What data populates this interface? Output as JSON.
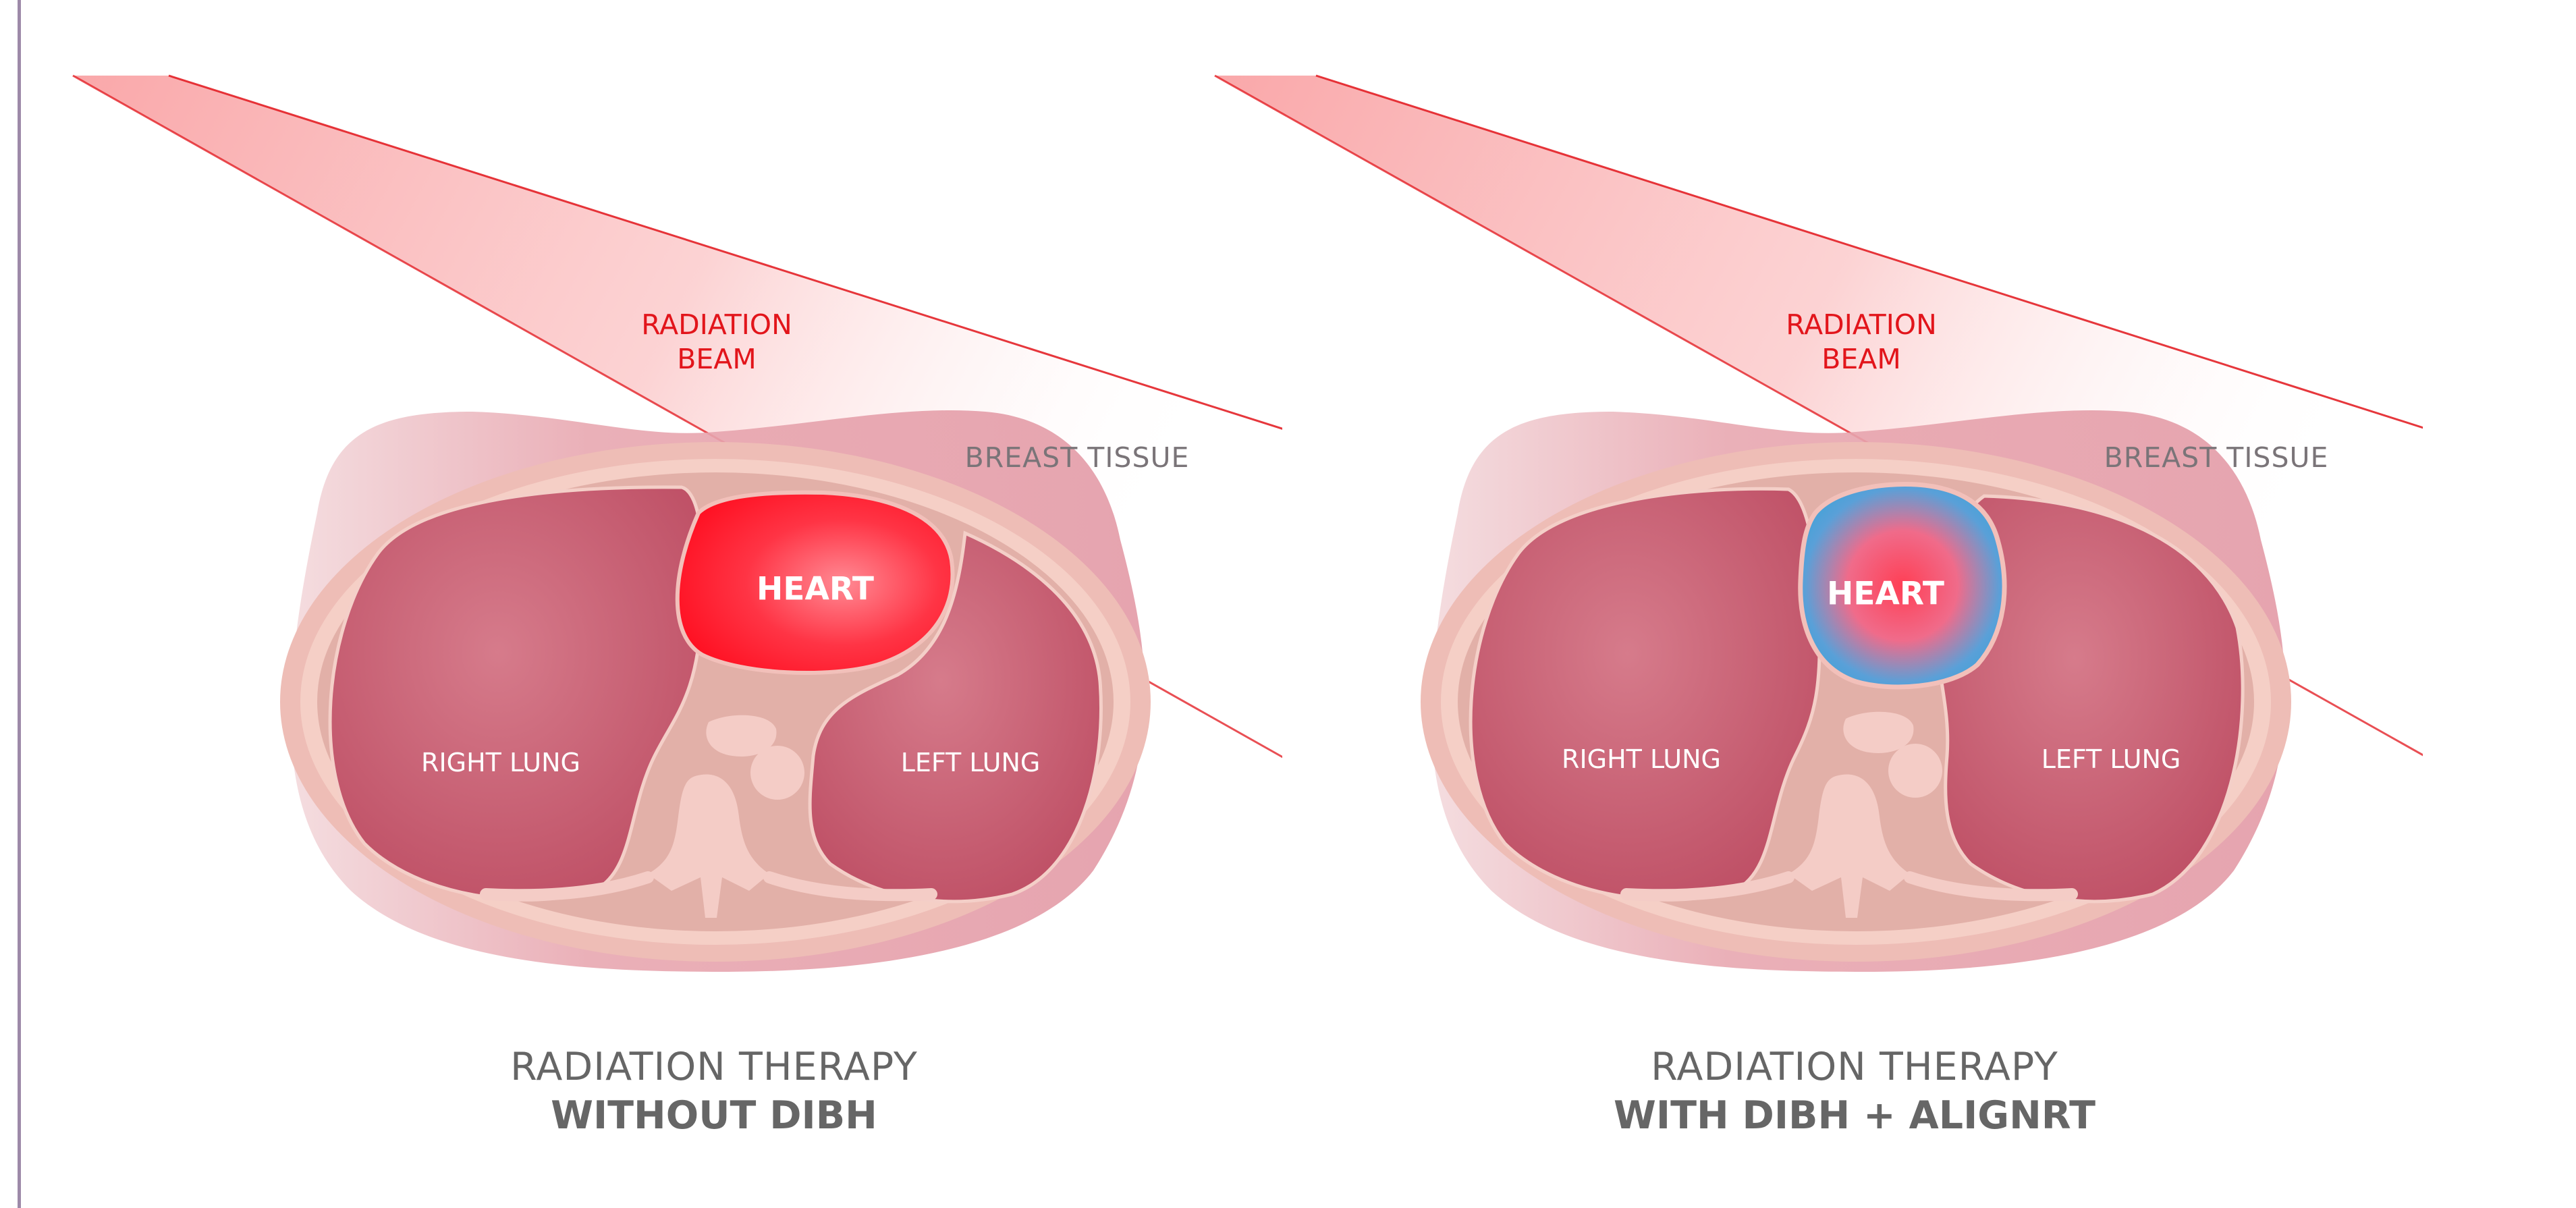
{
  "left_panel": {
    "beam_label_line1": "RADIATION",
    "beam_label_line2": "BEAM",
    "breast_tissue_label": "BREAST TISSUE",
    "heart_label": "HEART",
    "right_lung_label": "RIGHT LUNG",
    "left_lung_label": "LEFT LUNG",
    "caption_line1": "RADIATION THERAPY",
    "caption_line2": "WITHOUT DIBH"
  },
  "right_panel": {
    "beam_label_line1": "RADIATION",
    "beam_label_line2": "BEAM",
    "breast_tissue_label": "BREAST TISSUE",
    "heart_label": "HEART",
    "right_lung_label": "RIGHT LUNG",
    "left_lung_label": "LEFT LUNG",
    "caption_line1": "RADIATION THERAPY",
    "caption_line2": "WITH DIBH + ALIGNRT"
  },
  "colors": {
    "beam": "#e2151b",
    "heart_exposed": "#ff1e2d",
    "heart_protected": "#3ea3d8",
    "lung": "#c55a6e",
    "caption_text": "#666666"
  }
}
